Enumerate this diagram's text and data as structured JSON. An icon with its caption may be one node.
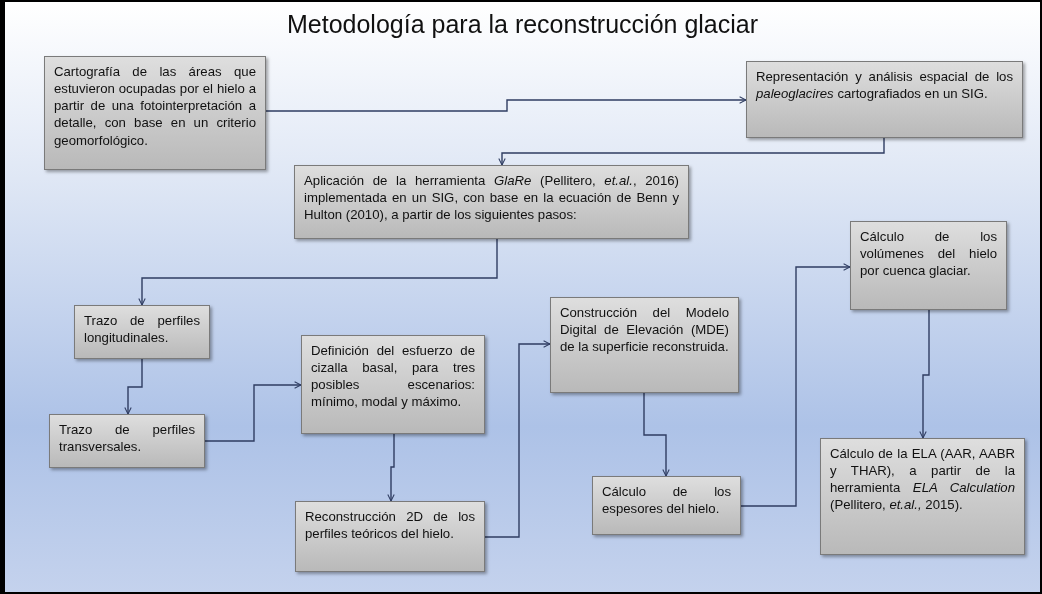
{
  "diagram": {
    "title": "Metodología para la reconstrucción glaciar",
    "nodes": [
      {
        "text": [
          "Cartografía de las áreas que estuvieron ocupadas por el hielo a partir de una fotointerpretación a detalle, con base en un criterio geomorfológico."
        ]
      },
      {
        "text": [
          "Representación y análisis espacial de los *paleoglacires* cartografiados en un SIG."
        ]
      },
      {
        "text": [
          "Aplicación de la herramienta *GlaRe* (Pellitero, *et.al.*, 2016) implementada en un SIG, con base en la ecuación de Benn y Hulton (2010), a partir de los siguientes pasos:"
        ]
      },
      {
        "text": [
          "Trazo de perfiles longitudinales."
        ]
      },
      {
        "text": [
          "Trazo de perfiles transversales."
        ]
      },
      {
        "text": [
          "Definición del esfuerzo de cizalla basal, para tres posibles escenarios: mínimo, modal y máximo."
        ]
      },
      {
        "text": [
          "Reconstrucción 2D de los perfiles teóricos del hielo."
        ]
      },
      {
        "text": [
          "Construcción del Modelo Digital de Elevación (MDE) de la superficie reconstruida."
        ]
      },
      {
        "text": [
          "Cálculo de los espesores del hielo."
        ]
      },
      {
        "text": [
          "Cálculo de los volúmenes del hielo por cuenca glaciar."
        ]
      },
      {
        "text": [
          "Cálculo de la ELA (AAR, AABR y THAR), a partir de la herramienta *ELA Calculation* (Pellitero, *et.al.,* 2015)."
        ]
      }
    ],
    "edges": [
      {
        "from": 0,
        "to": 1,
        "arrow": "to"
      },
      {
        "from": 1,
        "to": 2,
        "arrow": "to"
      },
      {
        "from": 2,
        "to": 3,
        "arrow": "to"
      },
      {
        "from": 3,
        "to": 4,
        "arrow": "to"
      },
      {
        "from": 4,
        "to": 5,
        "arrow": "to"
      },
      {
        "from": 5,
        "to": 6,
        "arrow": "to"
      },
      {
        "from": 6,
        "to": 7,
        "arrow": "to"
      },
      {
        "from": 7,
        "to": 8,
        "arrow": "to"
      },
      {
        "from": 8,
        "to": 9,
        "arrow": "to"
      },
      {
        "from": 9,
        "to": 10,
        "arrow": "to"
      }
    ]
  }
}
